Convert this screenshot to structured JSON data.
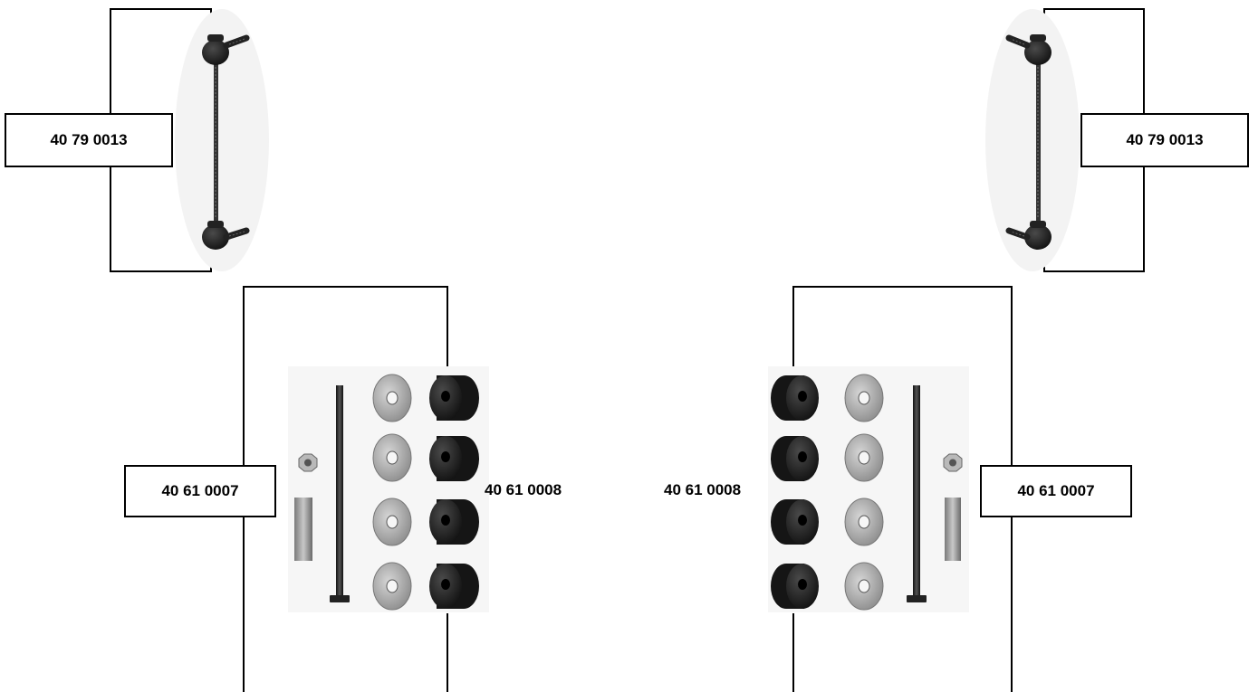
{
  "labels": {
    "stabilizer_link_left": "40 79 0013",
    "stabilizer_link_right": "40 79 0013",
    "mounting_kit_left": "40 61 0007",
    "mounting_kit_right": "40 61 0007",
    "bushing_left": "40 61 0008",
    "bushing_right": "40 61 0008"
  },
  "parts": {
    "washers_per_kit": 4,
    "bushings_per_kit": 4
  },
  "colors": {
    "line": "#000000",
    "rubber": "#1e1e1e",
    "washer": "#b8b8b8",
    "background_shade": "#f2f2f2"
  }
}
